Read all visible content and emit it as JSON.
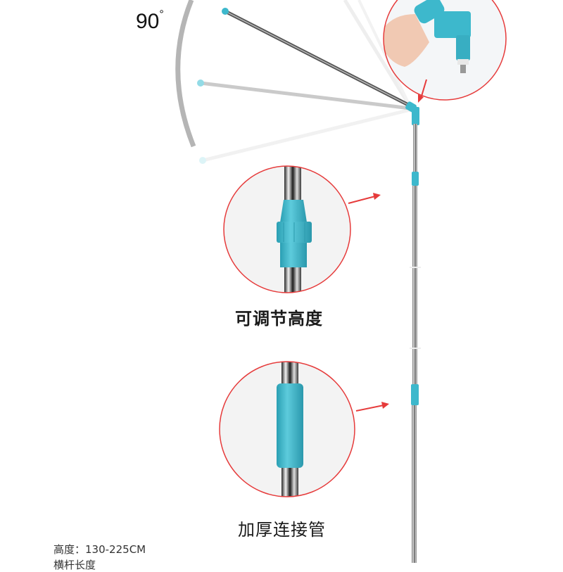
{
  "angle": {
    "value": "90",
    "unit": "°"
  },
  "callouts": [
    {
      "label": "可调节高度"
    },
    {
      "label": "加厚连接管"
    }
  ],
  "specs": [
    {
      "label": "高度：",
      "value": "130-225CM"
    },
    {
      "label": "横杆长度",
      "value": ""
    }
  ],
  "colors": {
    "accent": "#3db8cc",
    "callout_border": "#e63b3b",
    "pole": "#9a9a9a",
    "arc": "#b5b5b5",
    "background": "#ffffff"
  }
}
